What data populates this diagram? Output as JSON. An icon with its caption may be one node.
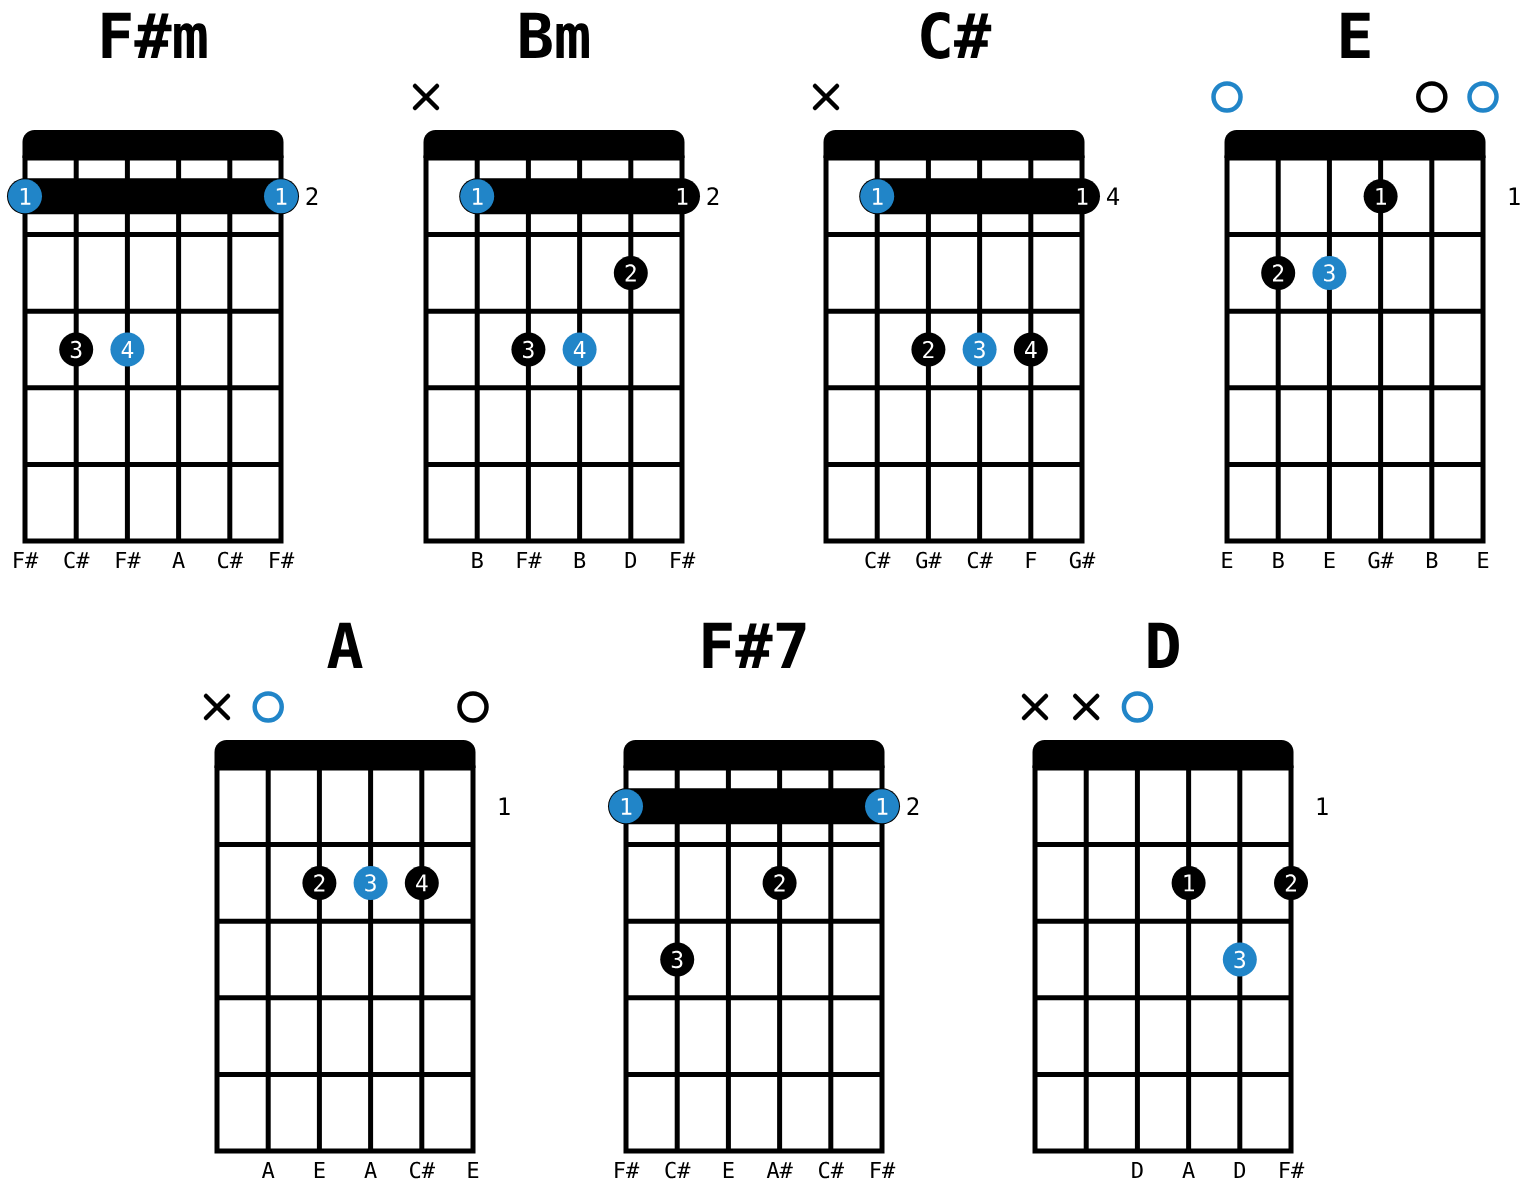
{
  "diagram": {
    "nodes": [
      {
        "text": [
          "F#m"
        ],
        "beside": [
          "F#",
          "C#",
          "F#",
          "A",
          "C#",
          "F#"
        ]
      },
      {
        "text": [],
        "shape": "bar"
      },
      {
        "text": [
          "1"
        ],
        "in": 1
      },
      {
        "text": [
          "1"
        ],
        "in": 1
      },
      {
        "text": [
          "3"
        ],
        "in": 0
      },
      {
        "text": [
          "4"
        ],
        "in": 0
      },
      {
        "text": [
          "Bm"
        ],
        "beside": [
          "B",
          "F#",
          "B",
          "D",
          "F#"
        ]
      },
      {
        "text": [],
        "shape": "bar"
      },
      {
        "text": [
          "1"
        ],
        "in": 7
      },
      {
        "text": [
          "1"
        ],
        "in": 7
      },
      {
        "text": [
          "2"
        ],
        "in": 6
      },
      {
        "text": [
          "3"
        ],
        "in": 6
      },
      {
        "text": [
          "4"
        ],
        "in": 6
      },
      {
        "text": [
          "C#"
        ],
        "beside": [
          "C#",
          "G#",
          "C#",
          "F",
          "G#"
        ]
      },
      {
        "text": [],
        "shape": "bar"
      },
      {
        "text": [
          "1"
        ],
        "in": 14
      },
      {
        "text": [
          "1"
        ],
        "in": 14
      },
      {
        "text": [
          "2"
        ],
        "in": 13
      },
      {
        "text": [
          "3"
        ],
        "in": 13
      },
      {
        "text": [
          "4"
        ],
        "in": 13
      },
      {
        "text": [
          "E"
        ],
        "beside": [
          "E",
          "B",
          "E",
          "G#",
          "B",
          "E"
        ]
      },
      {
        "text": [
          "1"
        ],
        "in": 20
      },
      {
        "text": [
          "2"
        ],
        "in": 20
      },
      {
        "text": [
          "3"
        ],
        "in": 20
      },
      {
        "text": [
          "A"
        ],
        "beside": [
          "A",
          "E",
          "A",
          "C#",
          "E"
        ]
      },
      {
        "text": [
          "2"
        ],
        "in": 24
      },
      {
        "text": [
          "3"
        ],
        "in": 24
      },
      {
        "text": [
          "4"
        ],
        "in": 24
      },
      {
        "text": [
          "F#7"
        ],
        "beside": [
          "F#",
          "C#",
          "E",
          "A#",
          "C#",
          "F#"
        ]
      },
      {
        "text": [],
        "shape": "bar"
      },
      {
        "text": [
          "1"
        ],
        "in": 29
      },
      {
        "text": [
          "1"
        ],
        "in": 29
      },
      {
        "text": [
          "2"
        ],
        "in": 28
      },
      {
        "text": [
          "3"
        ],
        "in": 28
      },
      {
        "text": [
          "D"
        ],
        "beside": [
          "D",
          "A",
          "D",
          "F#"
        ]
      },
      {
        "text": [
          "1"
        ],
        "in": 34
      },
      {
        "text": [
          "2"
        ]
      },
      {
        "text": [
          "3"
        ],
        "in": 34
      }
    ],
    "labels": [
      "2",
      "2",
      "4",
      "1",
      "1",
      "2",
      "1"
    ]
  }
}
